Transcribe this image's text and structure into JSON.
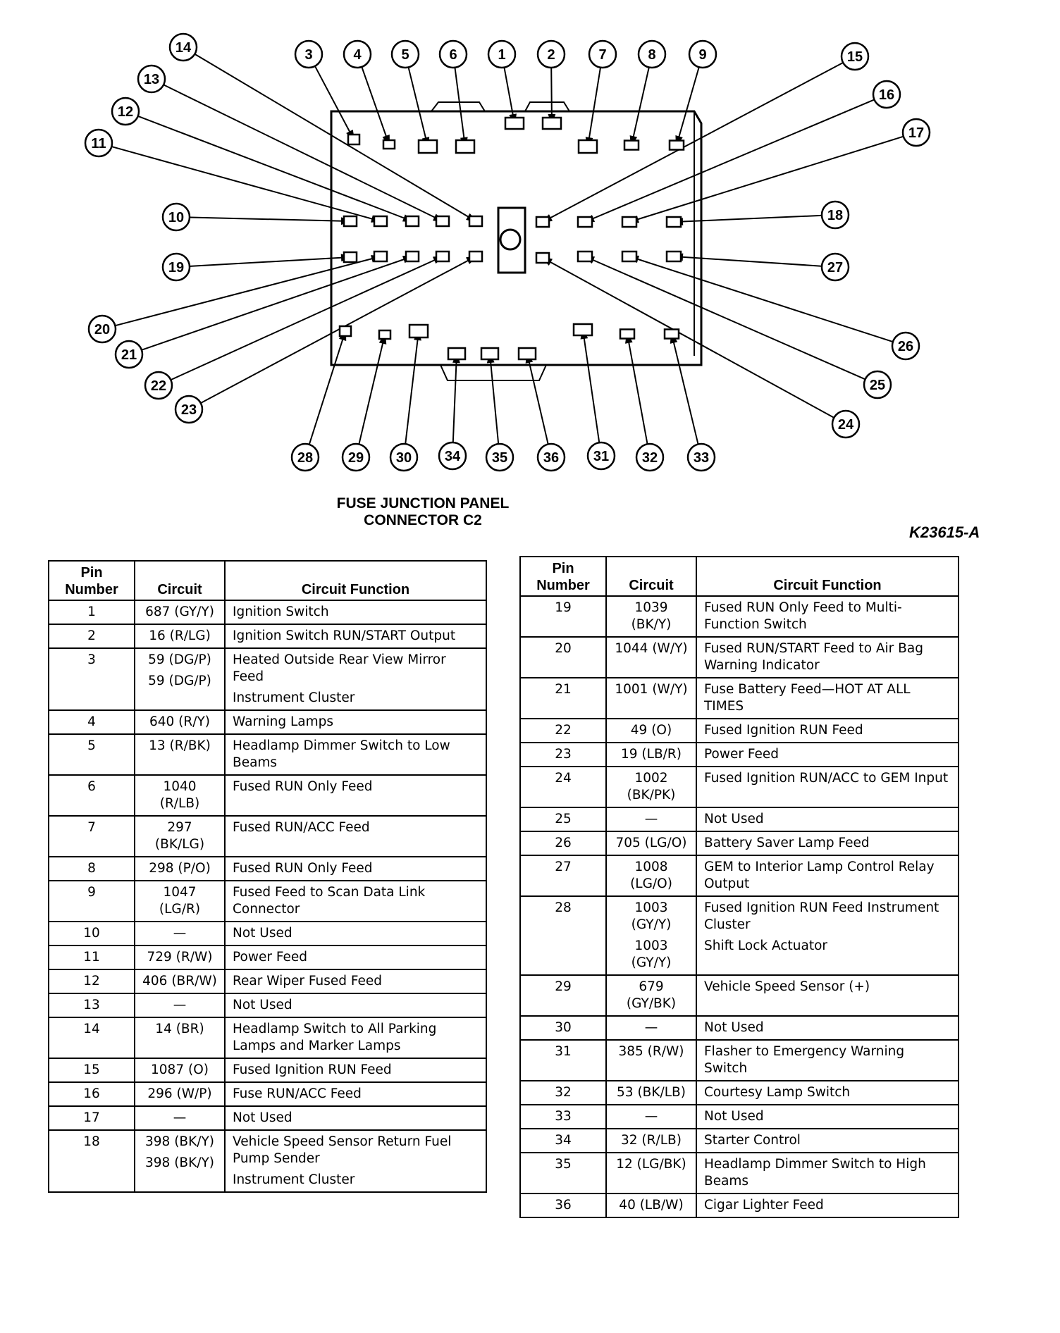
{
  "caption": {
    "line1": "FUSE JUNCTION PANEL",
    "line2": "CONNECTOR C2",
    "ref": "K23615-A"
  },
  "headers": {
    "pin": "Pin Number",
    "circuit": "Circuit",
    "function": "Circuit Function"
  },
  "connector_labels": [
    "1",
    "2",
    "3",
    "4",
    "5",
    "6",
    "7",
    "8",
    "9",
    "10",
    "11",
    "12",
    "13",
    "14",
    "15",
    "16",
    "17",
    "18",
    "19",
    "20",
    "21",
    "22",
    "23",
    "24",
    "25",
    "26",
    "27",
    "28",
    "29",
    "30",
    "31",
    "32",
    "33",
    "34",
    "35",
    "36"
  ],
  "table_left": [
    {
      "pin": "1",
      "entries": [
        {
          "circuit": "687 (GY/Y)",
          "function": "Ignition Switch"
        }
      ]
    },
    {
      "pin": "2",
      "entries": [
        {
          "circuit": "16 (R/LG)",
          "function": "Ignition Switch RUN/START Output"
        }
      ]
    },
    {
      "pin": "3",
      "entries": [
        {
          "circuit": "59 (DG/P)",
          "function": "Heated Outside Rear View Mirror Feed"
        },
        {
          "circuit": "59 (DG/P)",
          "function": "Instrument Cluster"
        }
      ]
    },
    {
      "pin": "4",
      "entries": [
        {
          "circuit": "640 (R/Y)",
          "function": "Warning Lamps"
        }
      ]
    },
    {
      "pin": "5",
      "entries": [
        {
          "circuit": "13 (R/BK)",
          "function": "Headlamp Dimmer Switch to Low Beams"
        }
      ]
    },
    {
      "pin": "6",
      "entries": [
        {
          "circuit": "1040 (R/LB)",
          "function": "Fused RUN Only Feed"
        }
      ]
    },
    {
      "pin": "7",
      "entries": [
        {
          "circuit": "297 (BK/LG)",
          "function": "Fused RUN/ACC Feed"
        }
      ]
    },
    {
      "pin": "8",
      "entries": [
        {
          "circuit": "298 (P/O)",
          "function": "Fused RUN Only Feed"
        }
      ]
    },
    {
      "pin": "9",
      "entries": [
        {
          "circuit": "1047 (LG/R)",
          "function": "Fused Feed to Scan Data Link Connector"
        }
      ]
    },
    {
      "pin": "10",
      "entries": [
        {
          "circuit": "—",
          "function": "Not Used"
        }
      ]
    },
    {
      "pin": "11",
      "entries": [
        {
          "circuit": "729 (R/W)",
          "function": "Power Feed"
        }
      ]
    },
    {
      "pin": "12",
      "entries": [
        {
          "circuit": "406 (BR/W)",
          "function": "Rear Wiper Fused Feed"
        }
      ]
    },
    {
      "pin": "13",
      "entries": [
        {
          "circuit": "—",
          "function": "Not Used"
        }
      ]
    },
    {
      "pin": "14",
      "entries": [
        {
          "circuit": "14 (BR)",
          "function": "Headlamp Switch to All Parking Lamps and Marker Lamps"
        }
      ]
    },
    {
      "pin": "15",
      "entries": [
        {
          "circuit": "1087 (O)",
          "function": "Fused Ignition RUN Feed"
        }
      ]
    },
    {
      "pin": "16",
      "entries": [
        {
          "circuit": "296 (W/P)",
          "function": "Fuse RUN/ACC Feed"
        }
      ]
    },
    {
      "pin": "17",
      "entries": [
        {
          "circuit": "—",
          "function": "Not Used"
        }
      ]
    },
    {
      "pin": "18",
      "entries": [
        {
          "circuit": "398 (BK/Y)",
          "function": "Vehicle Speed Sensor Return Fuel Pump Sender"
        },
        {
          "circuit": "398 (BK/Y)",
          "function": "Instrument Cluster"
        }
      ]
    }
  ],
  "table_right": [
    {
      "pin": "19",
      "entries": [
        {
          "circuit": "1039 (BK/Y)",
          "function": "Fused RUN Only Feed to Multi-Function Switch"
        }
      ]
    },
    {
      "pin": "20",
      "entries": [
        {
          "circuit": "1044 (W/Y)",
          "function": "Fused RUN/START Feed to Air Bag Warning Indicator"
        }
      ]
    },
    {
      "pin": "21",
      "entries": [
        {
          "circuit": "1001 (W/Y)",
          "function": "Fuse Battery Feed—HOT AT ALL TIMES"
        }
      ]
    },
    {
      "pin": "22",
      "entries": [
        {
          "circuit": "49 (O)",
          "function": "Fused Ignition RUN Feed"
        }
      ]
    },
    {
      "pin": "23",
      "entries": [
        {
          "circuit": "19 (LB/R)",
          "function": "Power Feed"
        }
      ]
    },
    {
      "pin": "24",
      "entries": [
        {
          "circuit": "1002 (BK/PK)",
          "function": "Fused Ignition RUN/ACC to GEM Input"
        }
      ]
    },
    {
      "pin": "25",
      "entries": [
        {
          "circuit": "—",
          "function": "Not Used"
        }
      ]
    },
    {
      "pin": "26",
      "entries": [
        {
          "circuit": "705 (LG/O)",
          "function": "Battery Saver Lamp Feed"
        }
      ]
    },
    {
      "pin": "27",
      "entries": [
        {
          "circuit": "1008 (LG/O)",
          "function": "GEM to Interior Lamp Control Relay Output"
        }
      ]
    },
    {
      "pin": "28",
      "entries": [
        {
          "circuit": "1003 (GY/Y)",
          "function": "Fused Ignition RUN Feed Instrument Cluster"
        },
        {
          "circuit": "1003 (GY/Y)",
          "function": "Shift Lock Actuator"
        }
      ]
    },
    {
      "pin": "29",
      "entries": [
        {
          "circuit": "679 (GY/BK)",
          "function": "Vehicle Speed Sensor (+)"
        }
      ]
    },
    {
      "pin": "30",
      "entries": [
        {
          "circuit": "—",
          "function": "Not Used"
        }
      ]
    },
    {
      "pin": "31",
      "entries": [
        {
          "circuit": "385 (R/W)",
          "function": "Flasher to Emergency Warning Switch"
        }
      ]
    },
    {
      "pin": "32",
      "entries": [
        {
          "circuit": "53 (BK/LB)",
          "function": "Courtesy Lamp Switch"
        }
      ]
    },
    {
      "pin": "33",
      "entries": [
        {
          "circuit": "—",
          "function": "Not Used"
        }
      ]
    },
    {
      "pin": "34",
      "entries": [
        {
          "circuit": "32 (R/LB)",
          "function": "Starter Control"
        }
      ]
    },
    {
      "pin": "35",
      "entries": [
        {
          "circuit": "12 (LG/BK)",
          "function": "Headlamp Dimmer Switch to High Beams"
        }
      ]
    },
    {
      "pin": "36",
      "entries": [
        {
          "circuit": "40 (LB/W)",
          "function": "Cigar Lighter Feed"
        }
      ]
    }
  ]
}
